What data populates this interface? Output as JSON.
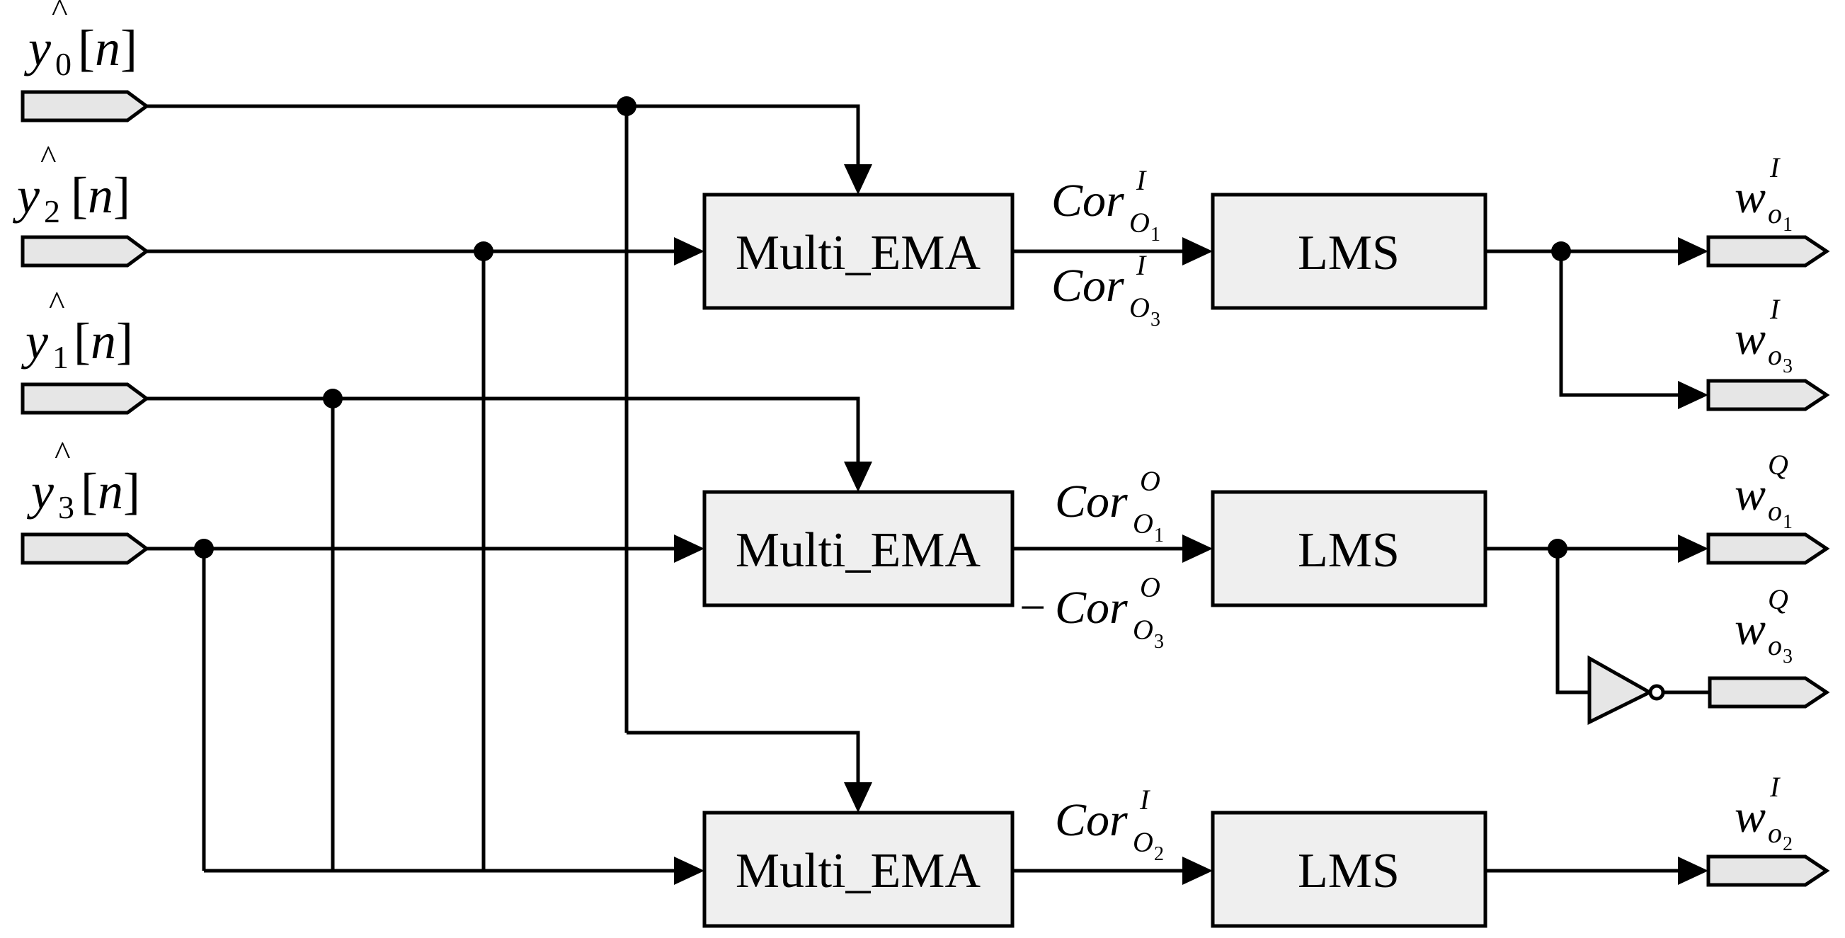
{
  "inputs": [
    {
      "base": "y",
      "sub": "0",
      "bracket": "[n]"
    },
    {
      "base": "y",
      "sub": "2",
      "bracket": "[n]"
    },
    {
      "base": "y",
      "sub": "1",
      "bracket": "[n]"
    },
    {
      "base": "y",
      "sub": "3",
      "bracket": "[n]"
    }
  ],
  "hat_glyph": "^",
  "blocks": {
    "ema_label": "Multi_EMA",
    "lms_label": "LMS"
  },
  "signals": {
    "row1_top": {
      "prefix": "",
      "base": "Cor",
      "sup": "I",
      "sub": "O",
      "subsub": "1"
    },
    "row1_bottom": {
      "prefix": "",
      "base": "Cor",
      "sup": "I",
      "sub": "O",
      "subsub": "3"
    },
    "row2_top": {
      "prefix": "",
      "base": "Cor",
      "sup": "O",
      "sub": "O",
      "subsub": "1"
    },
    "row2_bottom": {
      "prefix": "−",
      "base": "Cor",
      "sup": "O",
      "sub": "O",
      "subsub": "3"
    },
    "row3_top": {
      "prefix": "",
      "base": "Cor",
      "sup": "I",
      "sub": "O",
      "subsub": "2"
    }
  },
  "outputs": [
    {
      "base": "w",
      "sup": "I",
      "sub": "o",
      "subsub": "1"
    },
    {
      "base": "w",
      "sup": "I",
      "sub": "o",
      "subsub": "3"
    },
    {
      "base": "w",
      "sup": "Q",
      "sub": "o",
      "subsub": "1"
    },
    {
      "base": "w",
      "sup": "Q",
      "sub": "o",
      "subsub": "3"
    },
    {
      "base": "w",
      "sup": "I",
      "sub": "o",
      "subsub": "2"
    }
  ]
}
